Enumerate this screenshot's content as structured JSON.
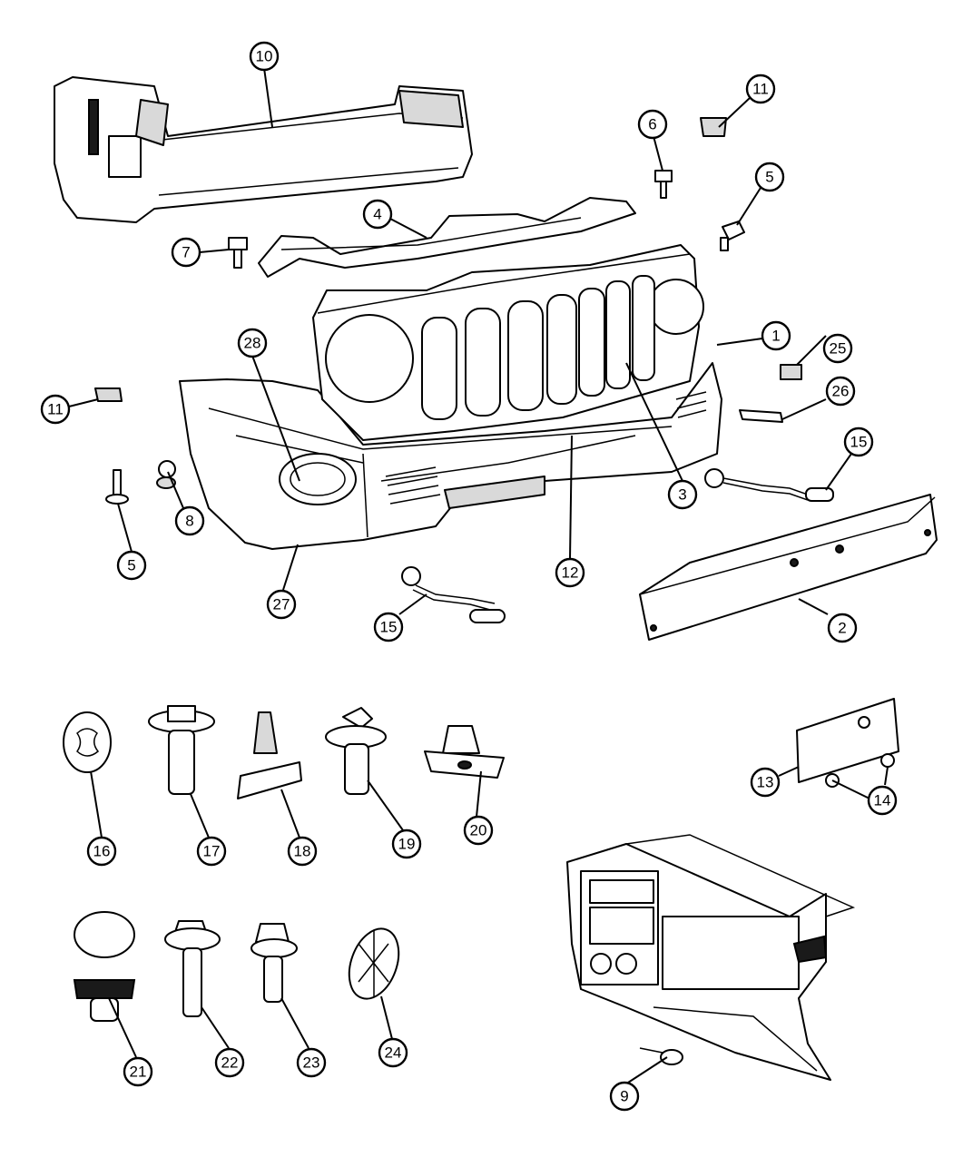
{
  "callouts": {
    "c10": "10",
    "c11a": "11",
    "c6": "6",
    "c5a": "5",
    "c4": "4",
    "c7": "7",
    "c1": "1",
    "c25": "25",
    "c28": "28",
    "c11b": "11",
    "c26": "26",
    "c15a": "15",
    "c8": "8",
    "c5b": "5",
    "c3": "3",
    "c12": "12",
    "c27": "27",
    "c15b": "15",
    "c2": "2",
    "c16": "16",
    "c17": "17",
    "c18": "18",
    "c19": "19",
    "c20": "20",
    "c13": "13",
    "c14": "14",
    "c21": "21",
    "c22": "22",
    "c23": "23",
    "c24": "24",
    "c9": "9"
  }
}
